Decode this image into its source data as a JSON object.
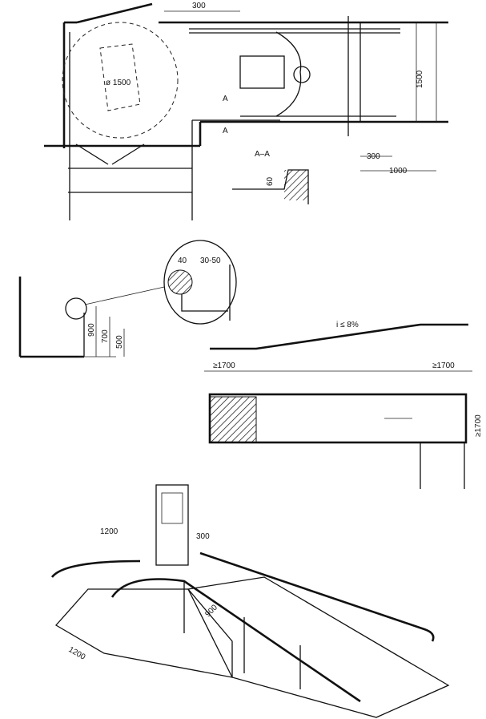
{
  "plan": {
    "door_clearance": "300",
    "turning_circle": "ø 1500",
    "section_mark_1": "A",
    "section_mark_2": "A",
    "section_title": "A–A",
    "curb_height": "60",
    "ramp_width": "1500",
    "handrail_extension": "300",
    "landing_length": "1000"
  },
  "handrail_section": {
    "rail_diameter": "40",
    "wall_gap": "30-50",
    "height_upper": "900",
    "height_middle": "700",
    "height_lower": "500"
  },
  "ramp_profile": {
    "slope": "i ≤ 8%",
    "landing_bottom": "≥1700",
    "landing_top": "≥1700"
  },
  "landing_plan": {
    "landing_size": "≥1700"
  },
  "perspective": {
    "platform_length": "1200",
    "door_offset": "300",
    "ramp_width": "900",
    "platform_depth": "1200"
  }
}
